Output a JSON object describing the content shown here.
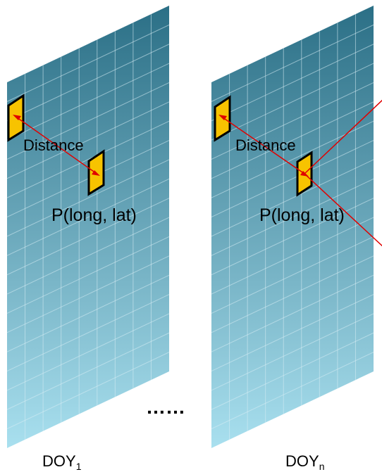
{
  "panels": [
    {
      "distance_label": "Distance",
      "point_label": "P(long, lat)",
      "doy_base": "DOY",
      "doy_sub": "1"
    },
    {
      "distance_label": "Distance",
      "point_label": "P(long, lat)",
      "doy_base": "DOY",
      "doy_sub": "n"
    }
  ],
  "ellipsis": "……",
  "colors": {
    "grid_top": "#2b6f86",
    "grid_bottom": "#a9e0ef",
    "grid_line": "#d8eef5",
    "cell_fill": "#f7c300",
    "cell_stroke": "#000000",
    "arrow": "#e00000"
  }
}
